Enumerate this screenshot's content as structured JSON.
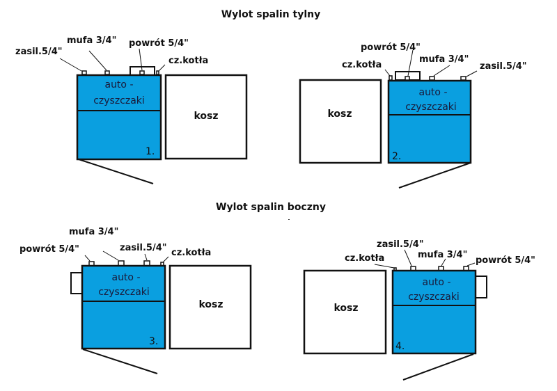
{
  "colors": {
    "boiler_fill": "#0A9FE0",
    "outline": "#111111",
    "background": "#ffffff"
  },
  "sections": [
    {
      "title": "Wylot spalin tylny"
    },
    {
      "title": "Wylot spalin boczny"
    }
  ],
  "boilers": [
    {
      "number": "1.",
      "label_line1": "auto -",
      "label_line2": "czyszczaki",
      "bin_label": "kosz",
      "ports": [
        "zasil.5/4\"",
        "mufa 3/4\"",
        "powrót 5/4\"",
        "cz.kotła"
      ]
    },
    {
      "number": "2.",
      "label_line1": "auto -",
      "label_line2": "czyszczaki",
      "bin_label": "kosz",
      "ports": [
        "cz.kotła",
        "powrót 5/4\"",
        "mufa 3/4\"",
        "zasil.5/4\""
      ]
    },
    {
      "number": "3.",
      "label_line1": "auto -",
      "label_line2": "czyszczaki",
      "bin_label": "kosz",
      "ports": [
        "powrót 5/4\"",
        "mufa 3/4\"",
        "zasil.5/4\"",
        "cz.kotła"
      ]
    },
    {
      "number": "4.",
      "label_line1": "auto -",
      "label_line2": "czyszczaki",
      "bin_label": "kosz",
      "ports": [
        "cz.kotła",
        "zasil.5/4\"",
        "mufa 3/4\"",
        "powrót 5/4\""
      ]
    }
  ]
}
